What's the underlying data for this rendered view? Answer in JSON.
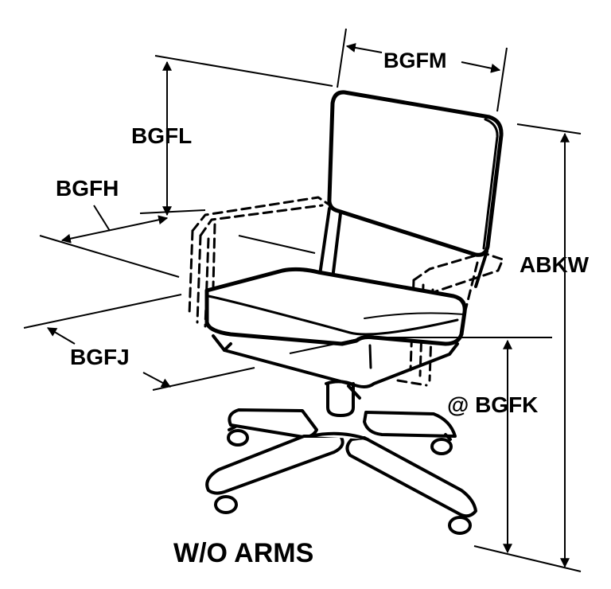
{
  "labels": {
    "bgfm": "BGFM",
    "bgfl": "BGFL",
    "bgfh": "BGFH",
    "abkw": "ABKW",
    "bgfj": "BGFJ",
    "bgfk": "@ BGFK",
    "caption": "W/O ARMS"
  },
  "colors": {
    "ink": "#000000",
    "paper": "#ffffff"
  }
}
